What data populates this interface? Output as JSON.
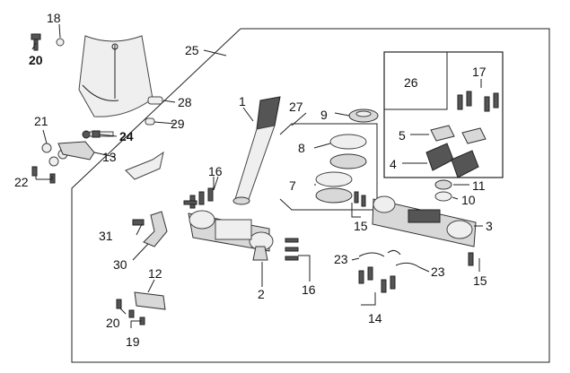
{
  "diagram": {
    "callouts": {
      "p1": "1",
      "p2": "2",
      "p3": "3",
      "p4": "4",
      "p5": "5",
      "p7": "7",
      "p8": "8",
      "p9": "9",
      "p10": "10",
      "p11": "11",
      "p12": "12",
      "p13": "13",
      "p14": "14",
      "p15a": "15",
      "p15b": "15",
      "p16a": "16",
      "p16b": "16",
      "p17": "17",
      "p18": "18",
      "p19": "19",
      "p20a": "20",
      "p20b": "20",
      "p21": "21",
      "p22": "22",
      "p23a": "23",
      "p23b": "23",
      "p24": "24",
      "p25": "25",
      "p26": "26",
      "p27": "27",
      "p28": "28",
      "p29": "29",
      "p30": "30",
      "p31": "31"
    }
  }
}
